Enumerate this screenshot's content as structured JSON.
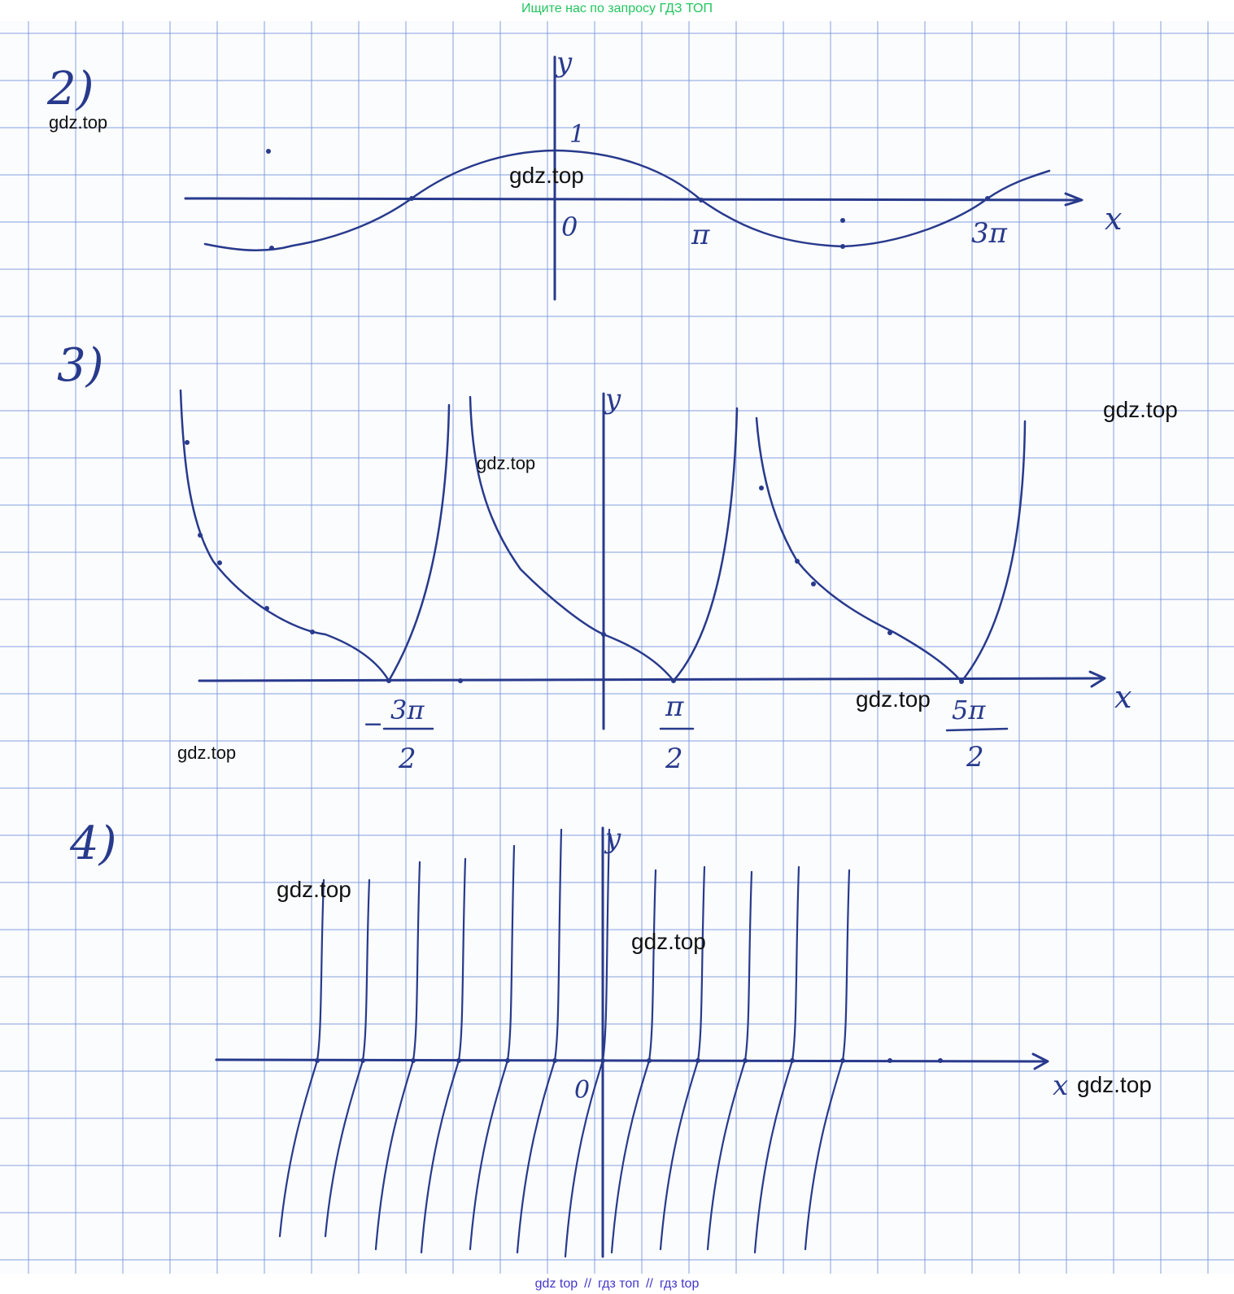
{
  "banner": {
    "text": "Ищите нас по запросу ГДЗ ТОП"
  },
  "problems": [
    {
      "number": "2)",
      "labels": {
        "y_axis": "y",
        "x_axis": "x",
        "origin": "0",
        "one": "1",
        "pi": "π",
        "three_pi": "3π"
      }
    },
    {
      "number": "3)",
      "labels": {
        "y_axis": "y",
        "x_axis": "x",
        "tick_a_sign": "−",
        "tick_a_num": "3π",
        "tick_a_den": "2",
        "tick_b_num": "π",
        "tick_b_den": "2",
        "tick_c_num": "5π",
        "tick_c_den": "2"
      }
    },
    {
      "number": "4)",
      "labels": {
        "y_axis": "y",
        "x_axis": "x",
        "origin": "0"
      }
    }
  ],
  "watermarks": [
    "gdz.top",
    "gdz.top",
    "gdz.top",
    "gdz.top",
    "gdz.top",
    "gdz.top",
    "gdz.top",
    "gdz.top",
    "gdz.top"
  ],
  "footer": {
    "part1": "gdz top",
    "sep1": "//",
    "part2": "гдз топ",
    "sep2": "//",
    "part3": "гдз top"
  },
  "colors": {
    "ink": "#283a8c",
    "banner": "#22c55e",
    "grid": "#8da3dc",
    "footer": "#4338ca"
  }
}
